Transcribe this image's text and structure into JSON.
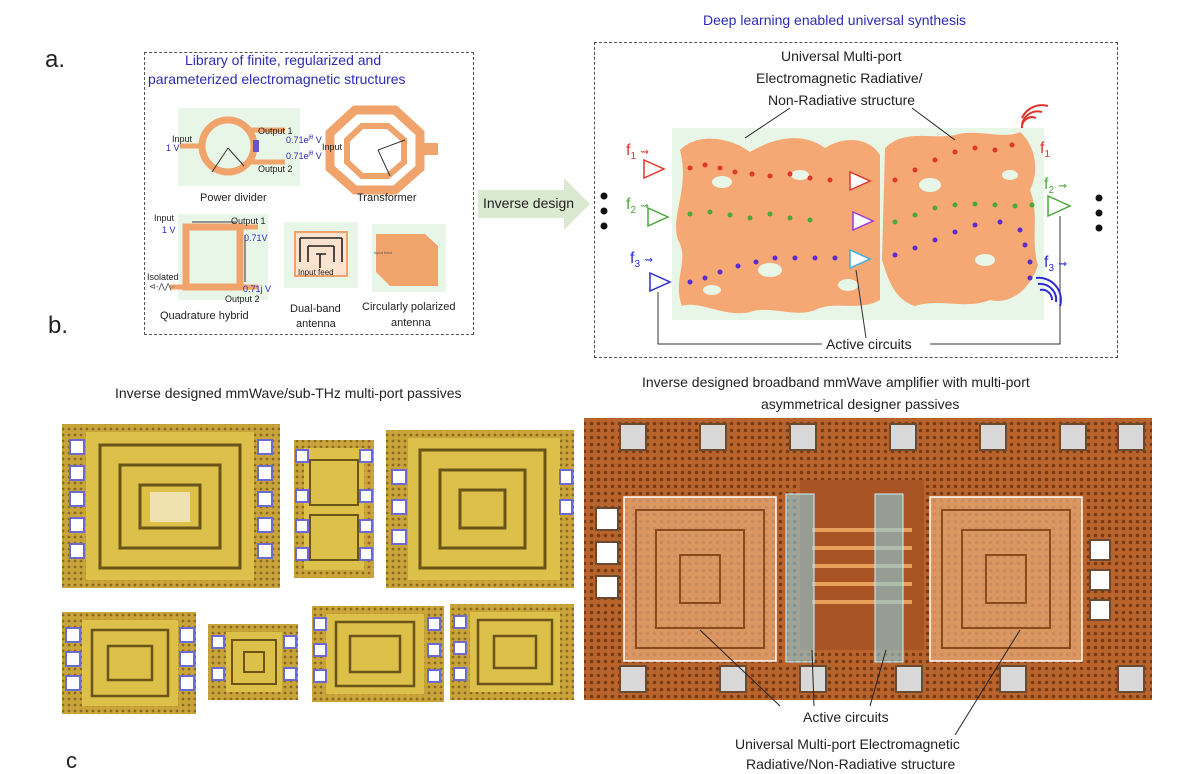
{
  "panel_labels": {
    "a": "a.",
    "b": "b.",
    "c": "c"
  },
  "library": {
    "title_line1": "Library of finite, regularized and",
    "title_line2": "parameterized electromagnetic structures",
    "power_divider": {
      "caption": "Power divider",
      "input_label": "Input",
      "input_value": "1 V",
      "output1_label": "Output 1",
      "output1_value": "0.71e",
      "output1_exp": "jθ",
      "output1_unit": "V",
      "output2_label": "Output 2",
      "output2_value": "0.71e",
      "output2_exp": "jθ",
      "output2_unit": "V"
    },
    "transformer": {
      "caption": "Transformer",
      "input_label": "Input"
    },
    "quadrature_hybrid": {
      "caption": "Quadrature hybrid",
      "input_label": "Input",
      "input_value": "1 V",
      "output1_label": "Output 1",
      "output1_value": "0.71V",
      "isolated_label": "Isolated",
      "output2_value": "0.71j V",
      "output2_label": "Output 2"
    },
    "dual_band": {
      "caption_line1": "Dual-band",
      "caption_line2": "antenna",
      "feed_label": "Input feed"
    },
    "circular": {
      "caption_line1": "Circularly polarized",
      "caption_line2": "antenna",
      "feed_label": "Input feed"
    }
  },
  "arrow_label": "Inverse design",
  "synthesis": {
    "title": "Deep learning enabled universal synthesis",
    "structure_line1": "Universal Multi-port",
    "structure_line2": "Electromagnetic Radiative/",
    "structure_line3": "Non-Radiative structure",
    "active_circuits": "Active circuits",
    "ports": [
      {
        "label": "f",
        "sub": "1",
        "color": "#e0352b"
      },
      {
        "label": "f",
        "sub": "2",
        "color": "#4aa83a"
      },
      {
        "label": "f",
        "sub": "3",
        "color": "#2b2bd0"
      }
    ]
  },
  "panel_b": {
    "left_title": "Inverse designed mmWave/sub-THz multi-port passives",
    "right_title_line1": "Inverse designed broadband mmWave amplifier with multi-port",
    "right_title_line2": "asymmetrical designer passives",
    "active_circuits": "Active circuits",
    "structure_line1": "Universal Multi-port Electromagnetic",
    "structure_line2": "Radiative/Non-Radiative structure"
  },
  "colors": {
    "copper": "#f0a36a",
    "gold": "#d9b43c",
    "die": "#c8793a",
    "title_blue": "#2b2bb5",
    "panel_green": "#e8f6e8"
  }
}
